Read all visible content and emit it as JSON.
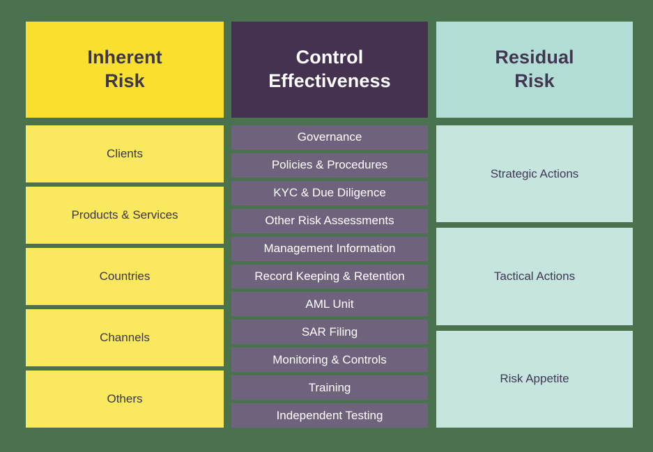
{
  "diagram": {
    "background_color": "#4a724f",
    "columns": [
      {
        "id": "inherent-risk",
        "header": {
          "line1": "Inherent",
          "line2": "Risk"
        },
        "header_color": "#f9e02e",
        "item_color": "#fae95f",
        "items": [
          {
            "label": "Clients"
          },
          {
            "label": "Products & Services"
          },
          {
            "label": "Countries"
          },
          {
            "label": "Channels"
          },
          {
            "label": "Others"
          }
        ]
      },
      {
        "id": "control-effectiveness",
        "header": {
          "line1": "Control",
          "line2": "Effectiveness"
        },
        "header_color": "#453251",
        "item_color": "#6e627d",
        "items": [
          {
            "label": "Governance"
          },
          {
            "label": "Policies & Procedures"
          },
          {
            "label": "KYC & Due Diligence"
          },
          {
            "label": "Other Risk Assessments"
          },
          {
            "label": "Management Information"
          },
          {
            "label": "Record Keeping & Retention"
          },
          {
            "label": "AML Unit"
          },
          {
            "label": "SAR Filing"
          },
          {
            "label": "Monitoring & Controls"
          },
          {
            "label": "Training"
          },
          {
            "label": "Independent Testing"
          }
        ]
      },
      {
        "id": "residual-risk",
        "header": {
          "line1": "Residual",
          "line2": "Risk"
        },
        "header_color": "#b3ded6",
        "item_color": "#c6e5df",
        "items": [
          {
            "label": "Strategic Actions"
          },
          {
            "label": "Tactical Actions"
          },
          {
            "label": "Risk Appetite"
          }
        ]
      }
    ]
  }
}
